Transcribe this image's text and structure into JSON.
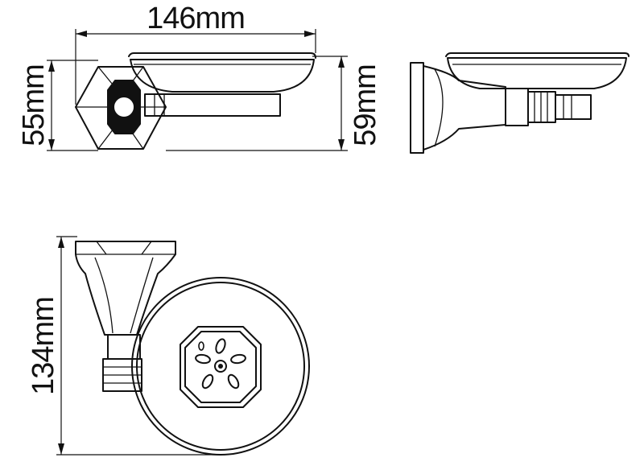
{
  "dimensions": {
    "width_label": "146mm",
    "height_left_label": "55mm",
    "height_right_label": "59mm",
    "length_label": "134mm"
  },
  "colors": {
    "line": "#111111",
    "background": "#ffffff"
  }
}
